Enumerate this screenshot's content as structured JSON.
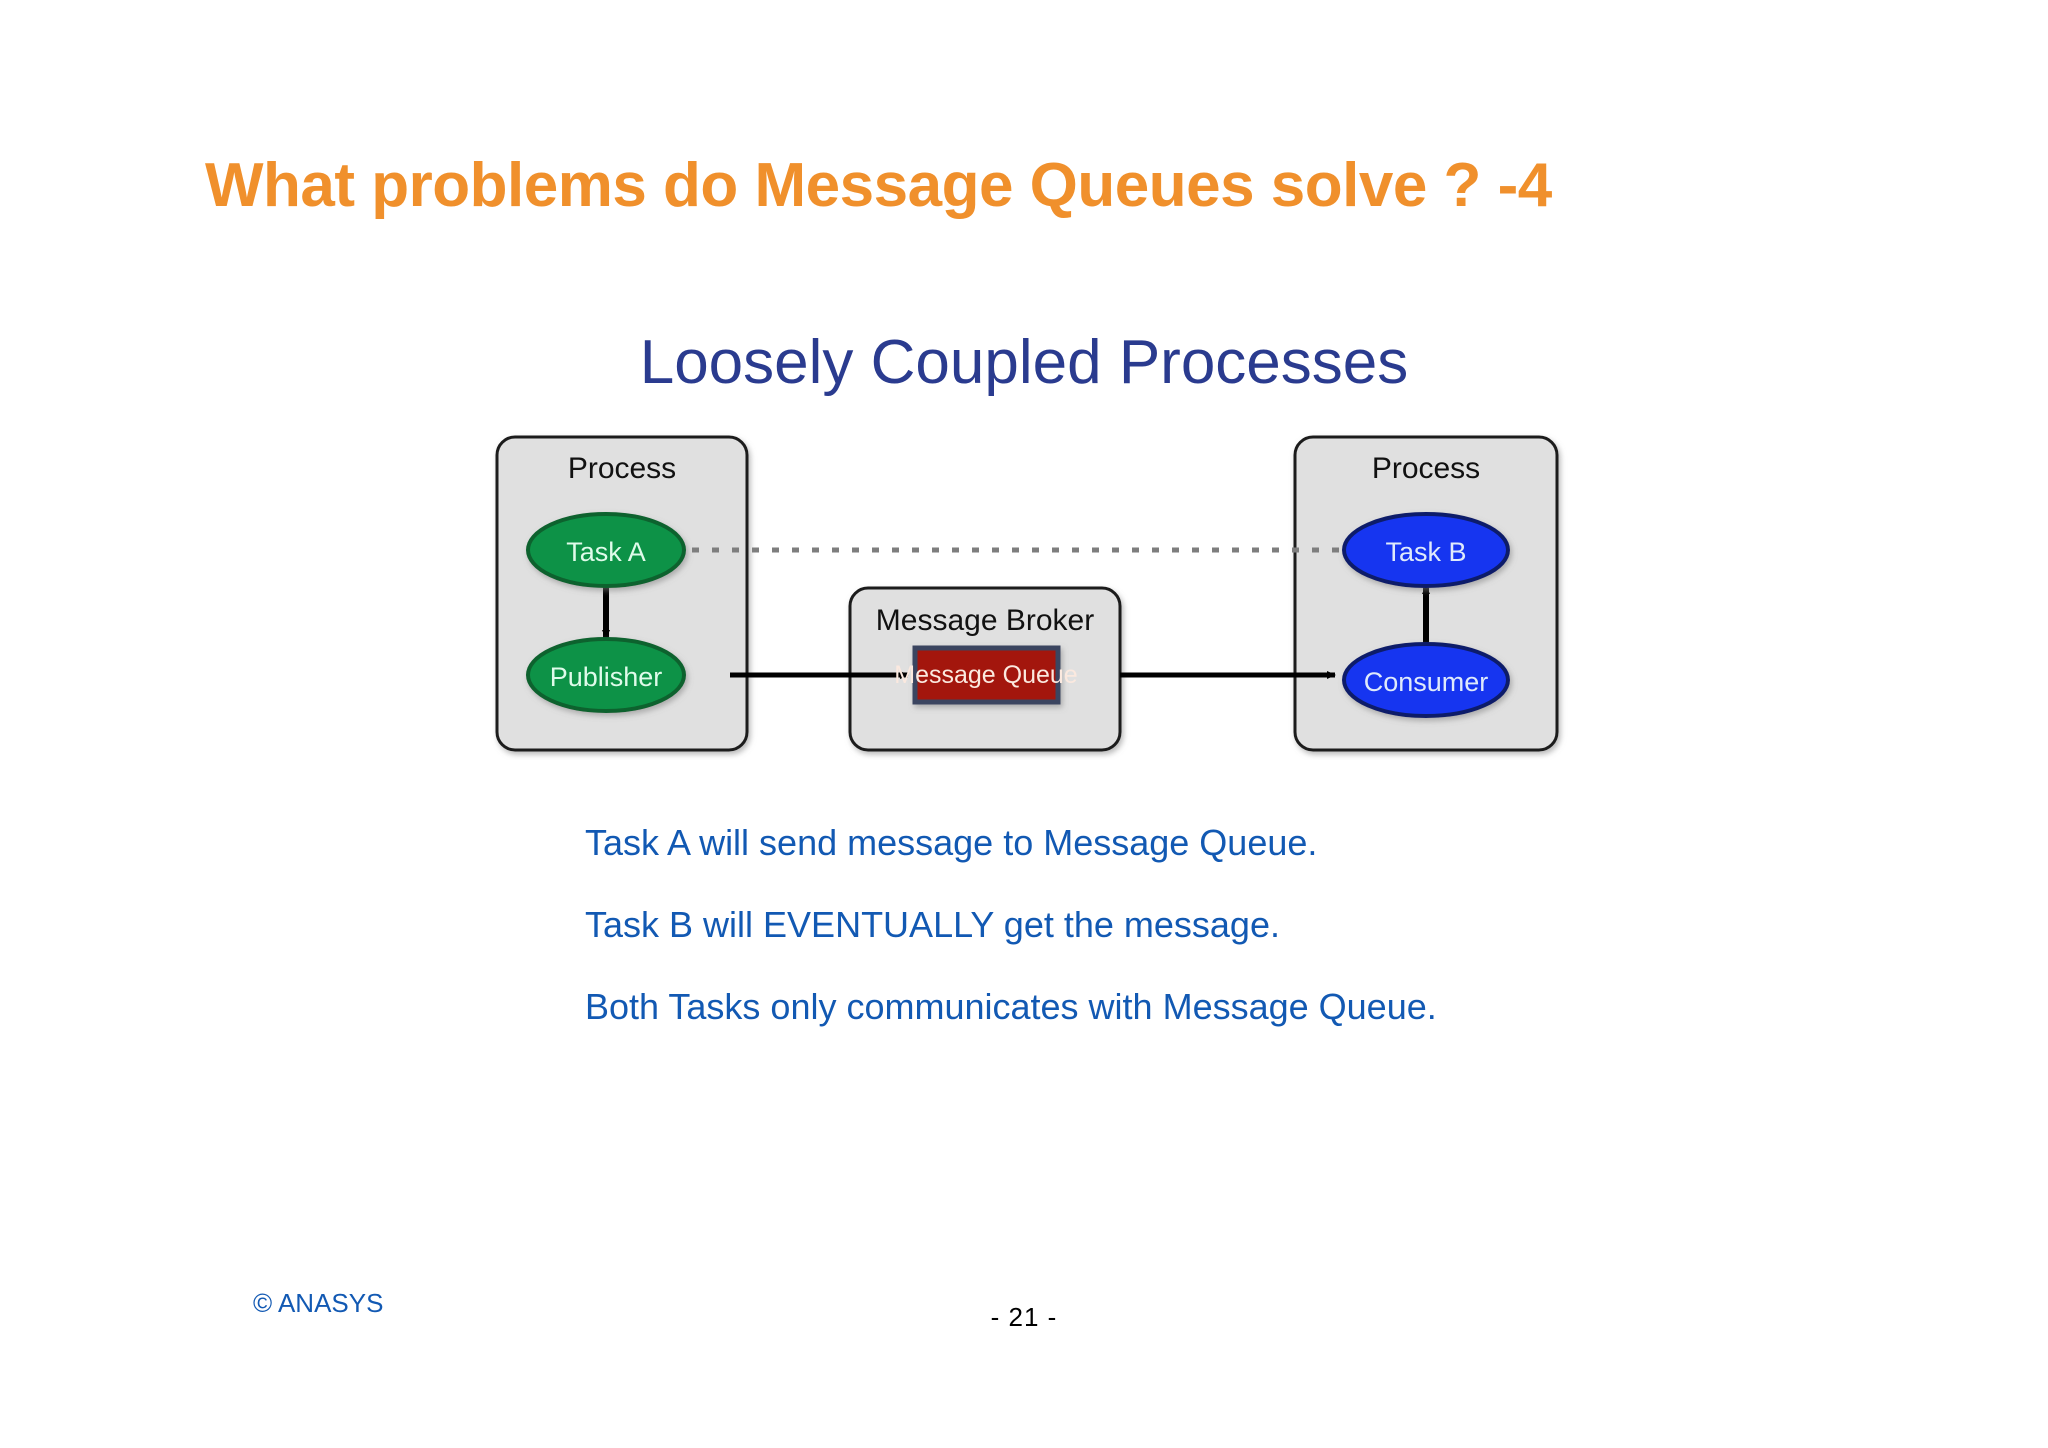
{
  "slide": {
    "title": "What problems do Message Queues solve ? -4",
    "subtitle": "Loosely Coupled Processes",
    "title_color": "#F0902C",
    "subtitle_color": "#2A3B8F",
    "background_color": "#FFFFFF"
  },
  "diagram": {
    "type": "block-flow",
    "boxes": [
      {
        "id": "process-left",
        "label": "Process",
        "fill": "#E0E0E0",
        "stroke": "#1A1A1A"
      },
      {
        "id": "message-broker",
        "label": "Message Broker",
        "fill": "#E0E0E0",
        "stroke": "#1A1A1A"
      },
      {
        "id": "process-right",
        "label": "Process",
        "fill": "#E0E0E0",
        "stroke": "#1A1A1A"
      }
    ],
    "nodes": [
      {
        "id": "task-a",
        "label": "Task A",
        "shape": "ellipse",
        "fill": "#0E9246",
        "stroke": "#07622F",
        "text_color": "#DFFBEA"
      },
      {
        "id": "publisher",
        "label": "Publisher",
        "shape": "ellipse",
        "fill": "#0E9246",
        "stroke": "#07622F",
        "text_color": "#DFFBEA"
      },
      {
        "id": "message-queue",
        "label": "Message Queue",
        "shape": "rectangle",
        "fill": "#A3180E",
        "stroke": "#3A4560",
        "text_color": "#FBE9DF"
      },
      {
        "id": "task-b",
        "label": "Task B",
        "shape": "ellipse",
        "fill": "#1435F0",
        "stroke": "#101F6B",
        "text_color": "#DFEAFB"
      },
      {
        "id": "consumer",
        "label": "Consumer",
        "shape": "ellipse",
        "fill": "#1435F0",
        "stroke": "#101F6B",
        "text_color": "#DFEAFB"
      }
    ],
    "connectors": [
      {
        "id": "task-a-to-publisher",
        "from": "task-a",
        "to": "publisher",
        "style": "solid",
        "color": "#000000"
      },
      {
        "id": "publisher-to-queue",
        "from": "publisher",
        "to": "message-queue",
        "style": "solid",
        "color": "#000000"
      },
      {
        "id": "queue-to-consumer",
        "from": "message-queue",
        "to": "consumer",
        "style": "solid",
        "color": "#000000"
      },
      {
        "id": "consumer-to-task-b",
        "from": "consumer",
        "to": "task-b",
        "style": "solid",
        "color": "#000000"
      },
      {
        "id": "task-a-to-task-b-logical",
        "from": "task-a",
        "to": "task-b",
        "style": "dashed",
        "color": "#808080"
      }
    ]
  },
  "bullets": [
    "Task A will send message to Message Queue.",
    "Task B will EVENTUALLY get the message.",
    "Both Tasks only communicates with Message Queue."
  ],
  "footer": {
    "copyright": "© ANASYS",
    "page_number": "- 21 -"
  }
}
